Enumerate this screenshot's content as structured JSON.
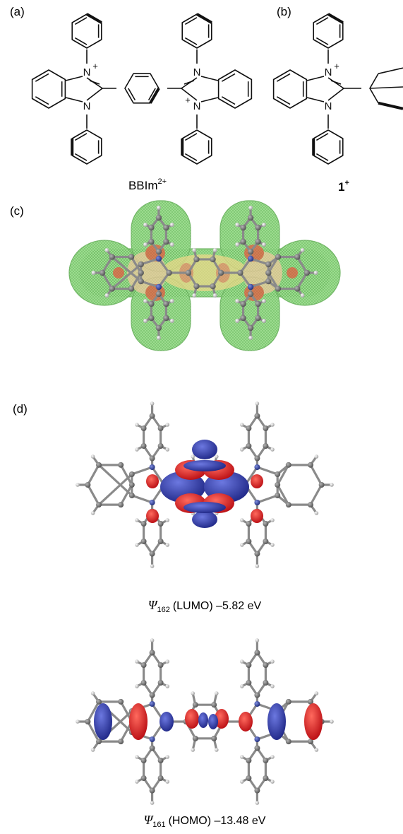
{
  "panels": {
    "a": {
      "tag": "(a)",
      "caption_base": "BBIm",
      "caption_sup": "2+"
    },
    "b": {
      "tag": "(b)",
      "caption_base": "1",
      "caption_sup": "+"
    },
    "c": {
      "tag": "(c)"
    },
    "d": {
      "tag": "(d)"
    }
  },
  "atoms": {
    "nitrogen": "N",
    "charge": "+"
  },
  "orbitals": {
    "lumo": {
      "psi": "Ψ",
      "index": "162",
      "text": "(LUMO) –5.82 eV"
    },
    "homo": {
      "psi": "Ψ",
      "index": "161",
      "text": "(HOMO) –13.48 eV"
    }
  },
  "colors": {
    "bond": "#111111",
    "surface_green": "#7ccf6a",
    "surface_red": "#e8553e",
    "surface_yellow": "#f1d98a",
    "atom_carbon": "#6d6d6d",
    "atom_hydrogen": "#c8c8c8",
    "atom_nitrogen": "#2e3f9e",
    "lobe_red": "#d9161b",
    "lobe_blue": "#2f3dae"
  }
}
